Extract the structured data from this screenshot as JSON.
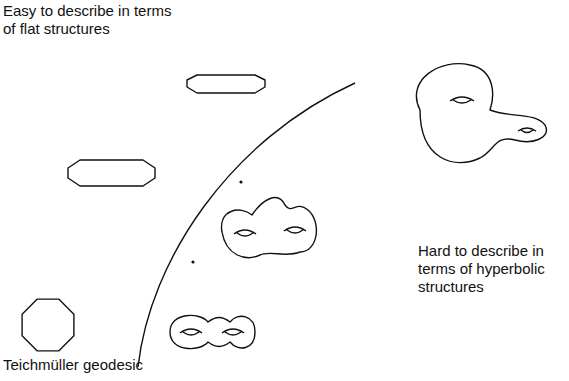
{
  "diagram": {
    "labels": [
      "Easy to describe in terms of flat structures",
      "Hard to describe in terms of hyperbolic structures",
      "Teichmüller geodesic"
    ]
  }
}
